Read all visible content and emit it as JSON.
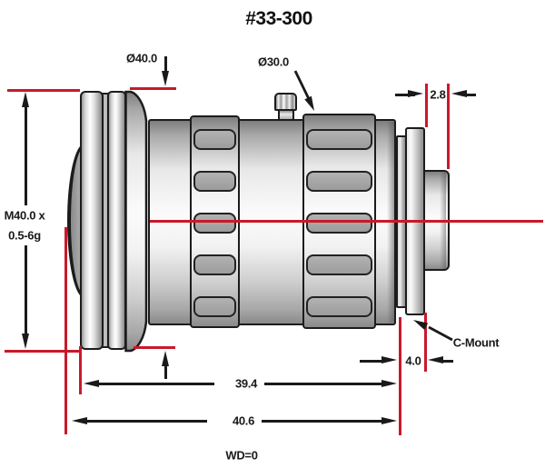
{
  "title": "#33-300",
  "colors": {
    "dimension_red": "#c8192b",
    "drafting_black": "#1a1a1a",
    "body_gray": "#c0c0c0"
  },
  "labels": {
    "front_outer_diameter": "Ø40.0",
    "barrel_diameter": "Ø30.0",
    "rear_thread_length": "2.8",
    "front_thread_line1": "M40.0 x",
    "front_thread_line2": "0.5-6g",
    "mount_type": "C-Mount",
    "flange_offset": "4.0",
    "body_length": "39.4",
    "overall_length": "40.6",
    "working_distance": "WD=0"
  }
}
